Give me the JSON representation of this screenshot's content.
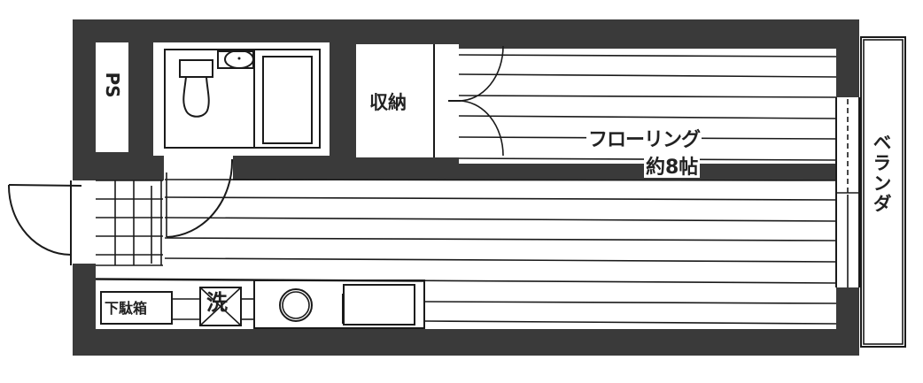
{
  "floor_plan": {
    "type": "apartment-floor-plan",
    "rooms": {
      "pipe_space": {
        "label": "PS"
      },
      "storage": {
        "label": "収納"
      },
      "main_room": {
        "label": "フローリング",
        "size": "約8帖"
      },
      "balcony": {
        "label": "ベランダ"
      },
      "shoe_cabinet": {
        "label": "下駄箱"
      },
      "washer_space": {
        "label": "洗"
      }
    },
    "fixtures": [
      "toilet",
      "wash-basin",
      "bathtub",
      "kitchen-stove",
      "kitchen-sink"
    ],
    "doors": [
      "entrance-door",
      "bathroom-door",
      "storage-double-door",
      "balcony-sliding-window"
    ],
    "colors": {
      "wall": "#3a3a3a",
      "line": "#1a1a1a",
      "background": "#ffffff"
    }
  }
}
